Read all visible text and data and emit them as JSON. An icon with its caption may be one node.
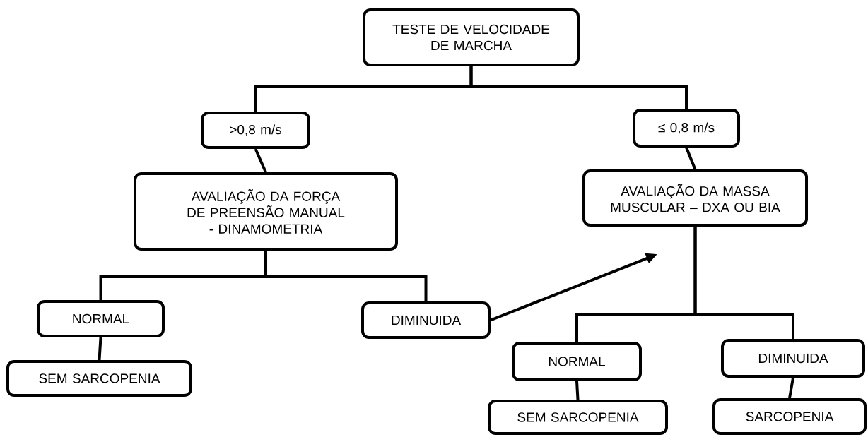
{
  "diagram": {
    "nodes": [
      {
        "text": [
          "TESTE DE VELOCIDADE DE MARCHA"
        ]
      },
      {
        "text": [
          ">0,8 m/s"
        ]
      },
      {
        "text": [
          "≤ 0,8 m/s"
        ]
      },
      {
        "text": [
          "AVALIAÇÃO DA FORÇA DE PREENSÃO MANUAL - DINAMOMETRIA"
        ]
      },
      {
        "text": [
          "AVALIAÇÃO DA MASSA MUSCULAR – DXA OU BIA"
        ]
      },
      {
        "text": [
          "NORMAL"
        ]
      },
      {
        "text": [
          "DIMINUIDA"
        ]
      },
      {
        "text": [
          "SEM SARCOPENIA"
        ]
      },
      {
        "text": [
          "NORMAL"
        ]
      },
      {
        "text": [
          "DIMINUIDA"
        ]
      },
      {
        "text": [
          "SEM SARCOPENIA"
        ]
      },
      {
        "text": [
          "SARCOPENIA"
        ]
      }
    ],
    "edges": [
      {
        "from": 0,
        "to": 1,
        "arrow": "none"
      },
      {
        "from": 0,
        "to": 2,
        "arrow": "none"
      },
      {
        "from": 1,
        "to": 3,
        "arrow": "none"
      },
      {
        "from": 2,
        "to": 4,
        "arrow": "none"
      },
      {
        "from": 3,
        "to": 5,
        "arrow": "none"
      },
      {
        "from": 3,
        "to": 6,
        "arrow": "none"
      },
      {
        "from": 5,
        "to": 7,
        "arrow": "none"
      },
      {
        "from": 6,
        "to": null,
        "arrow": "to"
      },
      {
        "from": 4,
        "to": 8,
        "arrow": "none"
      },
      {
        "from": 4,
        "to": 9,
        "arrow": "none"
      },
      {
        "from": 8,
        "to": 10,
        "arrow": "none"
      },
      {
        "from": 9,
        "to": 11,
        "arrow": "none"
      }
    ]
  }
}
